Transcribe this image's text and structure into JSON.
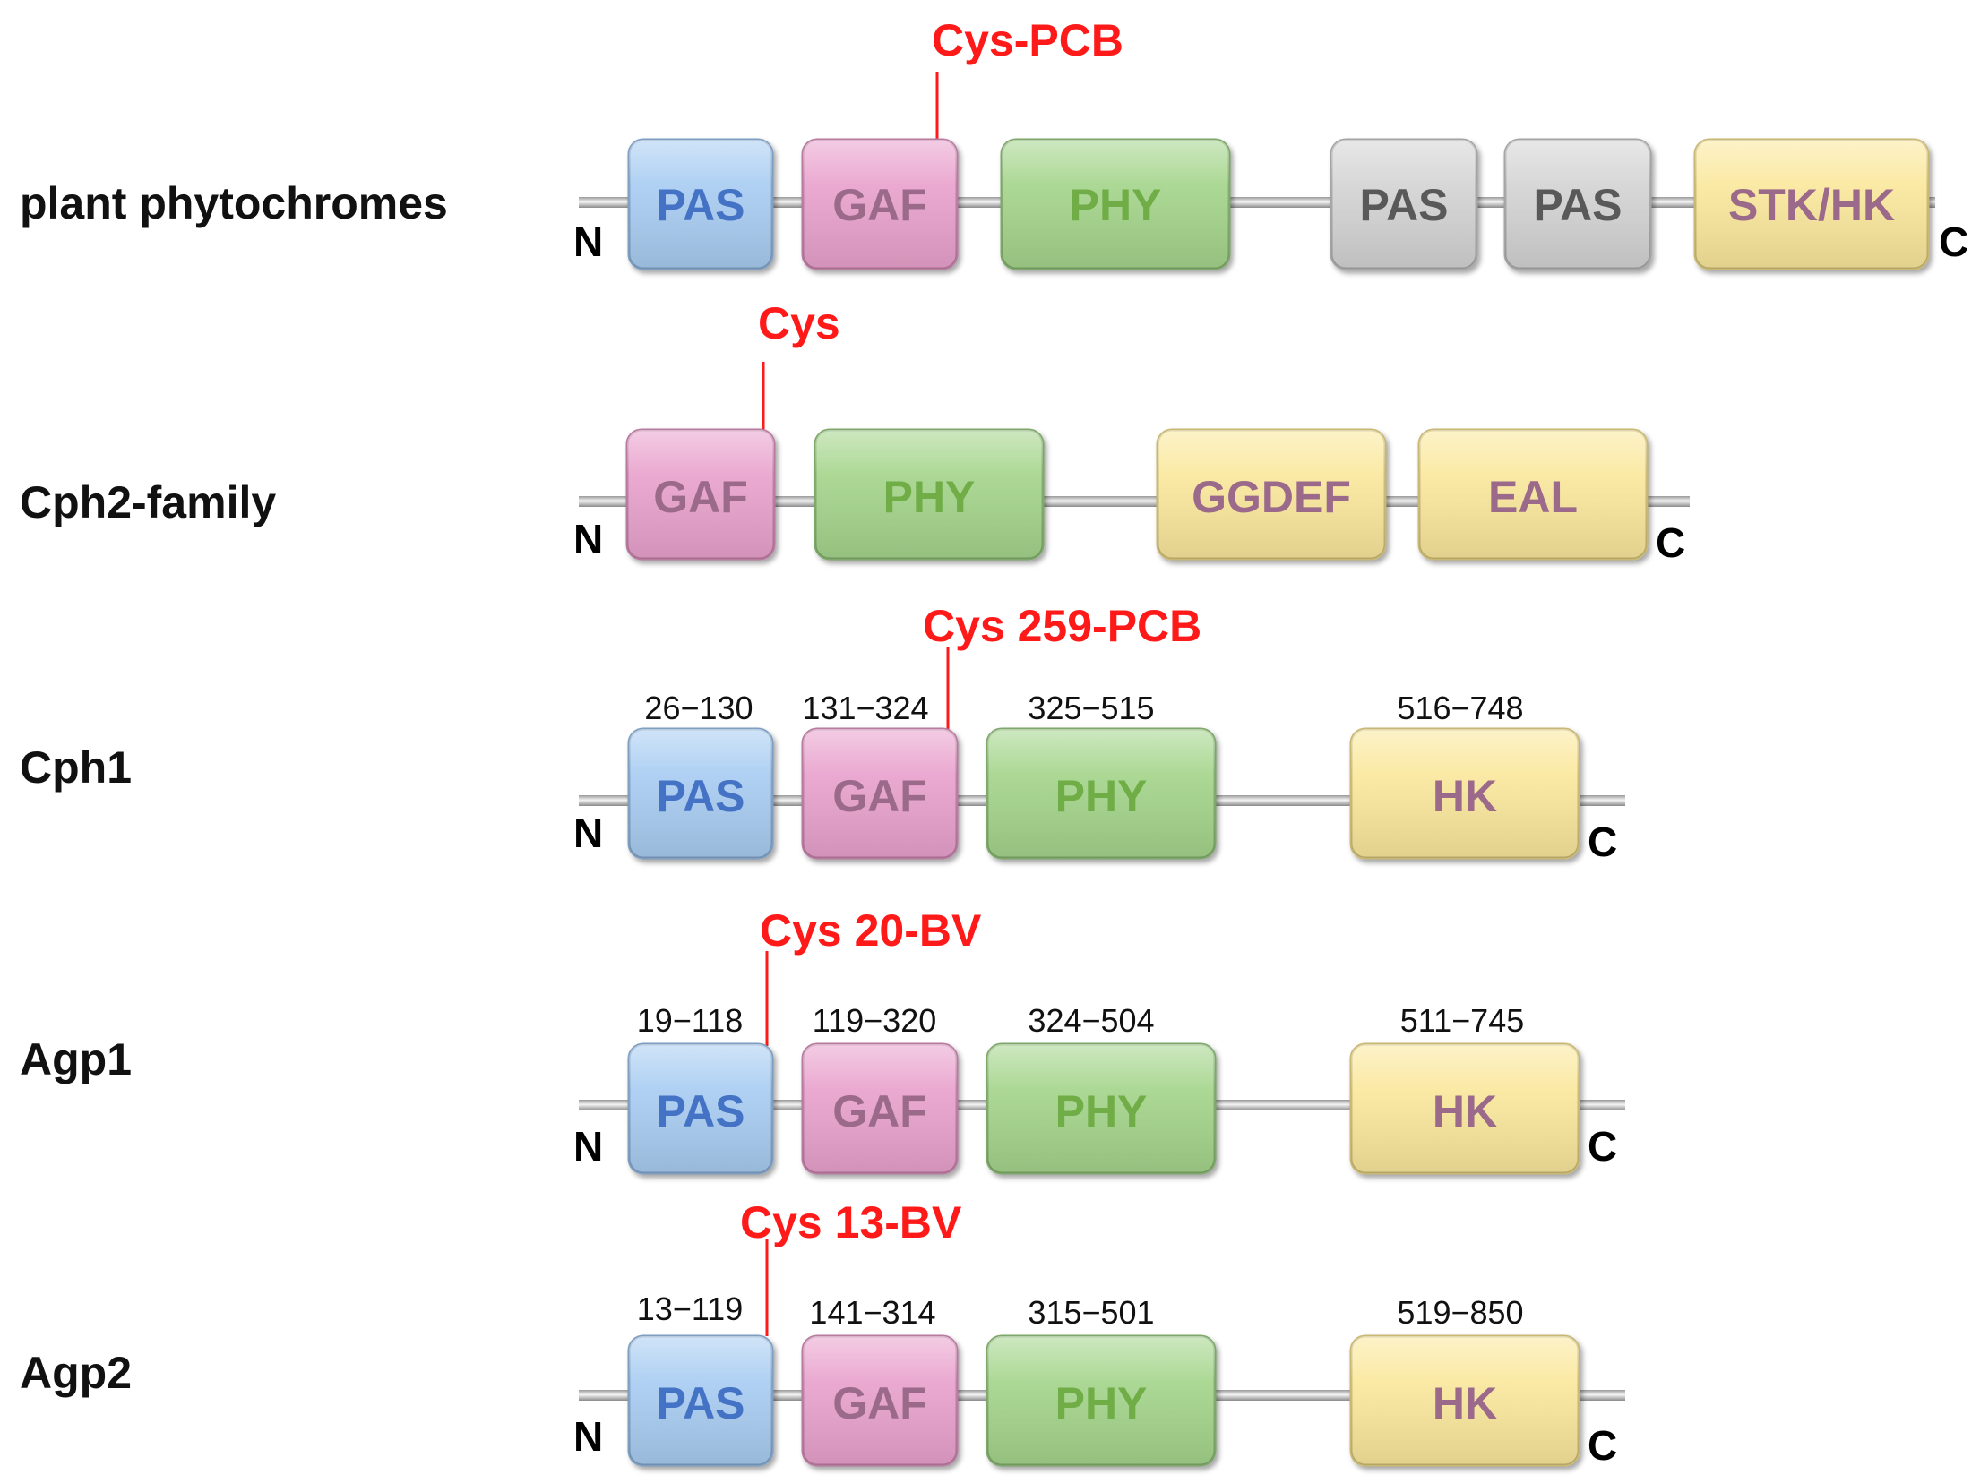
{
  "diagram": {
    "colors": {
      "PAS": {
        "fill": "#a9cdf2",
        "stroke": "#7f9fc2",
        "text": "#4472c4"
      },
      "GAF": {
        "fill": "#e9a2cd",
        "stroke": "#b97aa0",
        "text": "#9b6a8a"
      },
      "PHY": {
        "fill": "#a5d58c",
        "stroke": "#7ea86a",
        "text": "#70ad47"
      },
      "PAS_grey": {
        "fill": "#d4d4d4",
        "stroke": "#a5a5a5",
        "text": "#595959"
      },
      "EFFECTOR": {
        "fill": "#fae89d",
        "stroke": "#c9b873",
        "text": "#9b6a8a"
      },
      "attachment": "#ff1a1a"
    },
    "rows": [
      {
        "id": "plant-phytochromes",
        "label": "plant phytochromes",
        "n_label": "N",
        "c_label": "C",
        "attachment": "Cys-PCB",
        "domains": [
          {
            "label": "PAS",
            "style": "PAS",
            "range": ""
          },
          {
            "label": "GAF",
            "style": "GAF",
            "range": ""
          },
          {
            "label": "PHY",
            "style": "PHY",
            "range": ""
          },
          {
            "label": "PAS",
            "style": "PAS_grey",
            "range": ""
          },
          {
            "label": "PAS",
            "style": "PAS_grey",
            "range": ""
          },
          {
            "label": "STK/HK",
            "style": "EFFECTOR",
            "range": ""
          }
        ]
      },
      {
        "id": "cph2-family",
        "label": "Cph2-family",
        "n_label": "N",
        "c_label": "C",
        "attachment": "Cys",
        "domains": [
          {
            "label": "GAF",
            "style": "GAF",
            "range": ""
          },
          {
            "label": "PHY",
            "style": "PHY",
            "range": ""
          },
          {
            "label": "GGDEF",
            "style": "EFFECTOR",
            "range": ""
          },
          {
            "label": "EAL",
            "style": "EFFECTOR",
            "range": ""
          }
        ]
      },
      {
        "id": "cph1",
        "label": "Cph1",
        "n_label": "N",
        "c_label": "C",
        "attachment": "Cys 259-PCB",
        "domains": [
          {
            "label": "PAS",
            "style": "PAS",
            "range": "26−130"
          },
          {
            "label": "GAF",
            "style": "GAF",
            "range": "131−324"
          },
          {
            "label": "PHY",
            "style": "PHY",
            "range": "325−515"
          },
          {
            "label": "HK",
            "style": "EFFECTOR",
            "range": "516−748"
          }
        ]
      },
      {
        "id": "agp1",
        "label": "Agp1",
        "n_label": "N",
        "c_label": "C",
        "attachment": "Cys 20-BV",
        "domains": [
          {
            "label": "PAS",
            "style": "PAS",
            "range": "19−118"
          },
          {
            "label": "GAF",
            "style": "GAF",
            "range": "119−320"
          },
          {
            "label": "PHY",
            "style": "PHY",
            "range": "324−504"
          },
          {
            "label": "HK",
            "style": "EFFECTOR",
            "range": "511−745"
          }
        ]
      },
      {
        "id": "agp2",
        "label": "Agp2",
        "n_label": "N",
        "c_label": "C",
        "attachment": "Cys 13-BV",
        "domains": [
          {
            "label": "PAS",
            "style": "PAS",
            "range": "13−119"
          },
          {
            "label": "GAF",
            "style": "GAF",
            "range": "141−314"
          },
          {
            "label": "PHY",
            "style": "PHY",
            "range": "315−501"
          },
          {
            "label": "HK",
            "style": "EFFECTOR",
            "range": "519−850"
          }
        ]
      }
    ]
  }
}
